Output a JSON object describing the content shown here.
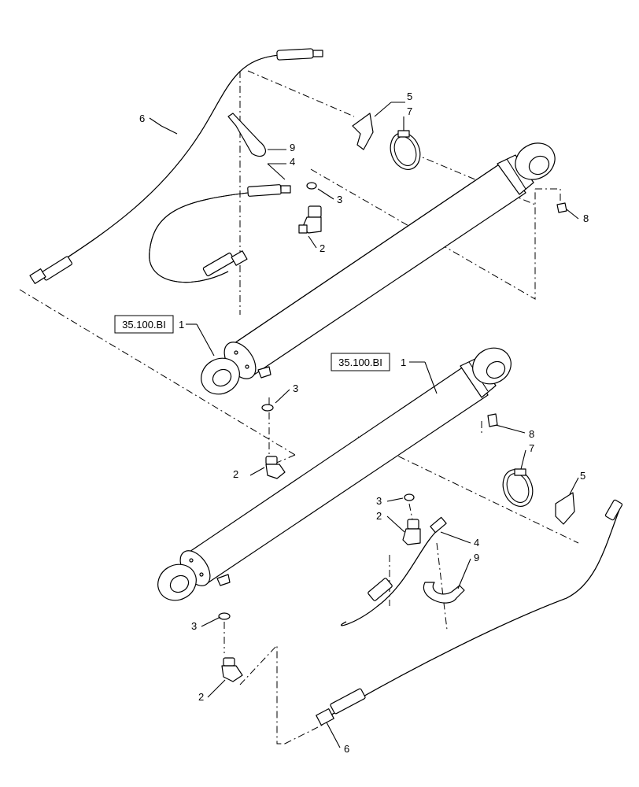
{
  "callouts": {
    "c1a": "1",
    "c1b": "1",
    "c2a": "2",
    "c2b": "2",
    "c2c": "2",
    "c2d": "2",
    "c3a": "3",
    "c3b": "3",
    "c3c": "3",
    "c3d": "3",
    "c4a": "4",
    "c4b": "4",
    "c5a": "5",
    "c5b": "5",
    "c6a": "6",
    "c6b": "6",
    "c7a": "7",
    "c7b": "7",
    "c8a": "8",
    "c8b": "8",
    "c9a": "9",
    "c9b": "9"
  },
  "references": {
    "ref_upper": "35.100.BI",
    "ref_lower": "35.100.BI"
  },
  "colors": {
    "line": "#000000",
    "background": "#ffffff"
  }
}
